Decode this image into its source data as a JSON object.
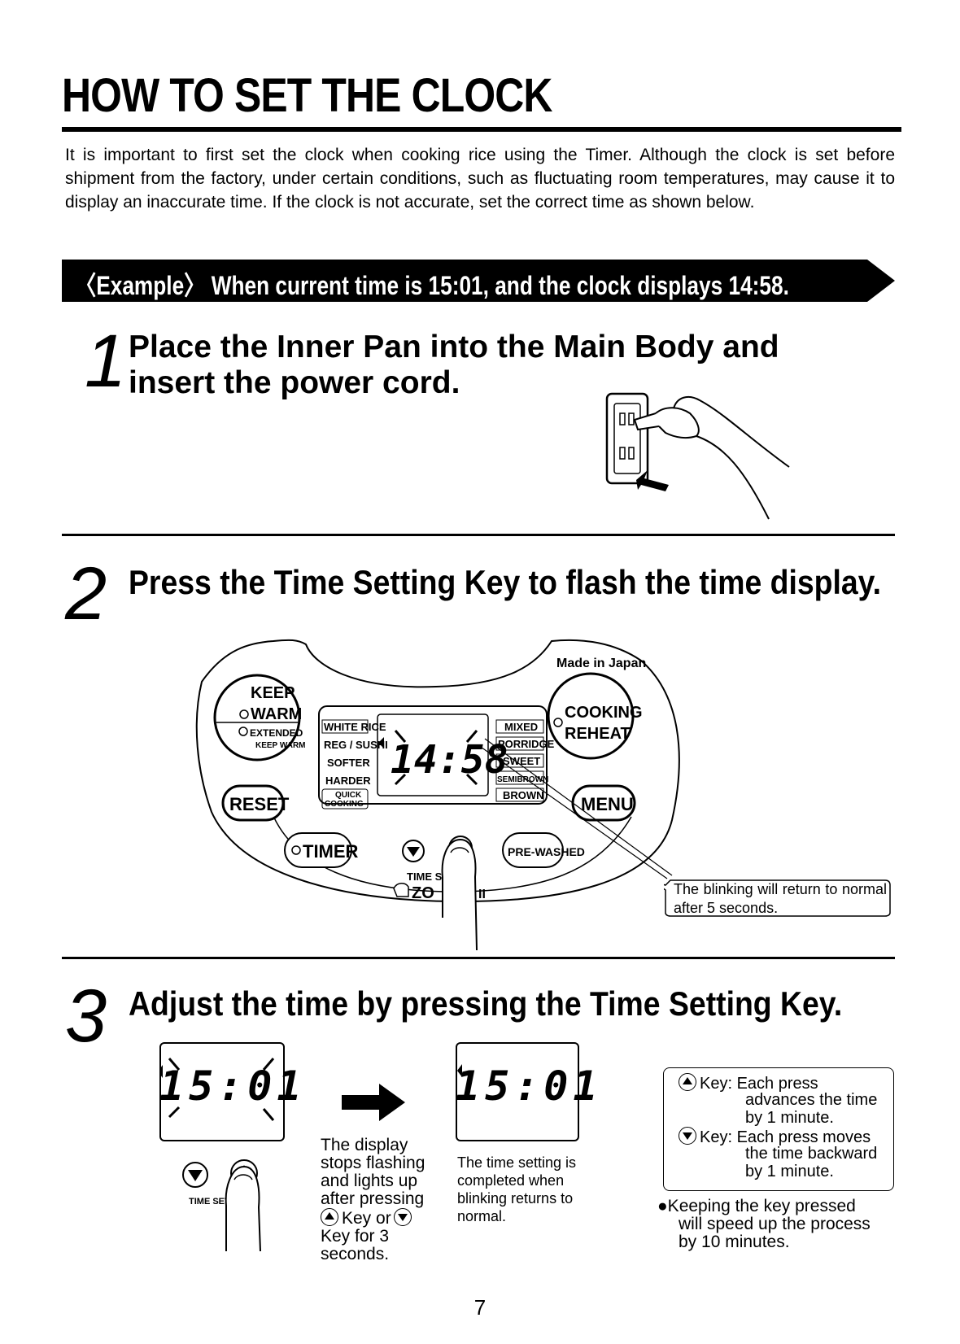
{
  "title": "HOW TO SET THE CLOCK",
  "intro": "It is important to first set the clock when cooking rice using the Timer. Although the clock is set before shipment from the factory, under certain conditions, such as fluctuating room temperatures, may cause it to display an inaccurate time. If the clock is not accurate, set the correct time as shown below.",
  "example": "〈Example〉 When current time is 15:01, and the clock displays 14:58.",
  "step1": {
    "number": "1",
    "text": "Place the Inner Pan into the Main Body and insert the power cord."
  },
  "step2": {
    "number": "2",
    "text": "Press the Time Setting Key to flash the time display.",
    "panel": {
      "made_in": "Made in Japan",
      "keep": "KEEP",
      "warm": "WARM",
      "extended": "EXTENDED",
      "keep_warm_small": "KEEP WARM",
      "cooking": "COOKING",
      "reheat": "REHEAT",
      "reset": "RESET",
      "menu": "MENU",
      "timer": "TIMER",
      "prewashed": "PRE-WASHED",
      "time_set": "TIME SET",
      "brand": "ZO",
      "brand_tail": "II",
      "display_time": "14:58",
      "left_menu": [
        "WHITE RICE",
        "REG / SUSHI",
        "SOFTER",
        "HARDER",
        "QUICK",
        "COOKING"
      ],
      "right_menu": [
        "MIXED",
        "PORRIDGE",
        "SWEET",
        "SEMIBROWN",
        "BROWN"
      ]
    },
    "callout": "The blinking will return to normal after 5 seconds."
  },
  "step3": {
    "number": "3",
    "text": "Adjust the time by pressing the Time Setting Key.",
    "flash_time": "15:01",
    "done_time": "15:01",
    "time_set_label": "TIME SET",
    "caption_flash": [
      "The display",
      "stops flashing",
      "and lights up",
      "after pressing",
      "Key or",
      "Key for 3",
      "seconds."
    ],
    "caption_done": [
      "The time setting is",
      "completed when",
      "blinking returns to",
      "normal."
    ],
    "keys": {
      "up_line1": "Key: Each press",
      "up_line2": "advances the time",
      "up_line3": "by 1 minute.",
      "down_line1": "Key: Each press moves",
      "down_line2": "the time backward",
      "down_line3": "by 1 minute."
    },
    "keep_note": [
      "●Keeping the key pressed",
      "will speed up the process",
      "by 10 minutes."
    ]
  },
  "page_number": "7",
  "icons": [
    "power-plug-illustration",
    "pointing-finger-icon",
    "arrow-right-icon",
    "up-key-icon",
    "down-key-icon",
    "elephant-logo-icon"
  ]
}
